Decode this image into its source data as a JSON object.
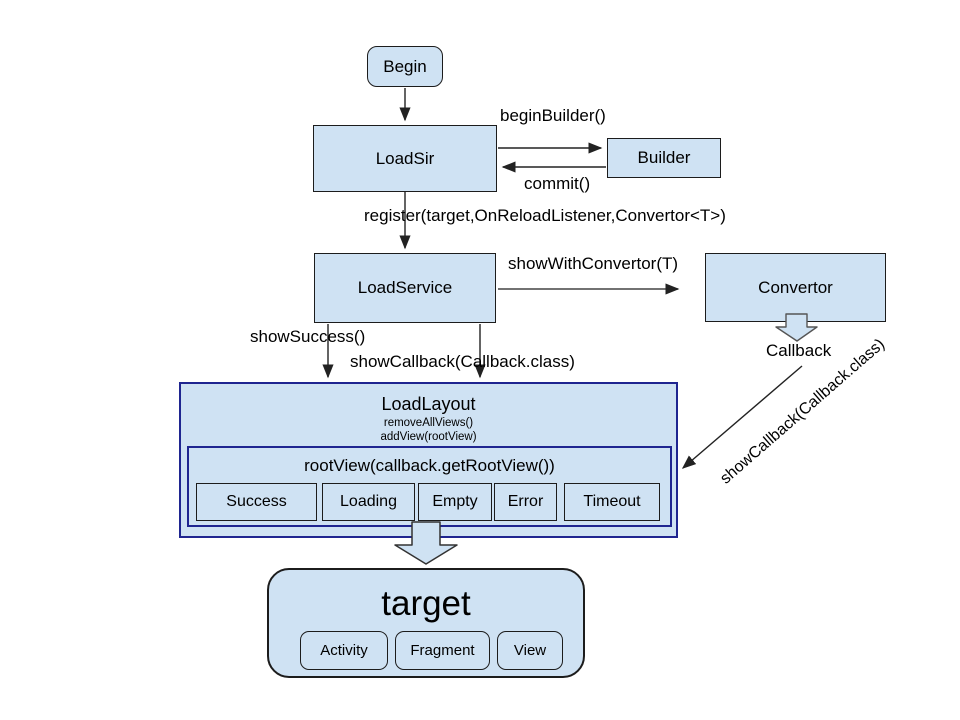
{
  "nodes": {
    "begin": {
      "label": "Begin"
    },
    "loadsir": {
      "label": "LoadSir"
    },
    "builder": {
      "label": "Builder"
    },
    "loadservice": {
      "label": "LoadService"
    },
    "convertor": {
      "label": "Convertor"
    },
    "loadlayout": {
      "title": "LoadLayout",
      "method1": "removeAllViews()",
      "method2": "addView(rootView)"
    },
    "rootview": {
      "label": "rootView(callback.getRootView())"
    },
    "callbacks": [
      "Success",
      "Loading",
      "Empty",
      "Error",
      "Timeout"
    ],
    "target": {
      "title": "target",
      "children": [
        "Activity",
        "Fragment",
        "View"
      ]
    }
  },
  "edges": {
    "begin_builder": "beginBuilder()",
    "commit": "commit()",
    "register": "register(target,OnReloadListener,Convertor<T>)",
    "show_with_convertor": "showWithConvertor(T)",
    "show_success": "showSuccess()",
    "show_callback": "showCallback(Callback.class)",
    "callback_result": "Callback",
    "show_callback_diagonal": "showCallback(Callback.class)"
  },
  "colors": {
    "node_fill": "#cfe2f3",
    "node_border": "#1c1c1c",
    "container_border": "#1f2590",
    "arrow_line": "#222222",
    "background": "#ffffff"
  }
}
